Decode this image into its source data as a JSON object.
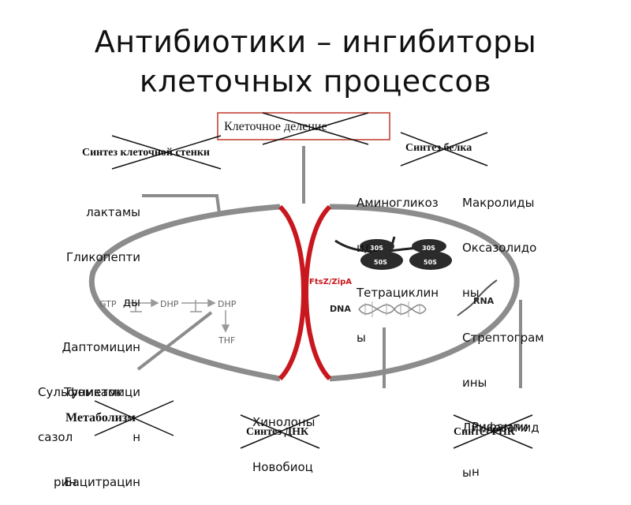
{
  "title": {
    "line1": "Антибиотики – ингибиторы",
    "line2": "клеточных процессов"
  },
  "categories": {
    "cell_division": "Клеточное деление",
    "cell_wall": "Синтез клеточной стенки",
    "protein": "Синтез белка",
    "metabolism": "Метаболизм",
    "dna": "Синтез ДНК",
    "rna": "Синтез РНК"
  },
  "drugs": {
    "cell_wall": [
      "лактамы",
      "Гликопепти",
      "ды",
      "Даптомицин",
      "Туникамици",
      "н",
      "Бацитрацин"
    ],
    "protein_30s": [
      "Аминогликоз",
      "иды",
      "Тетрациклин",
      "ы"
    ],
    "protein_50s": [
      "Макролиды",
      "Оксазолидо",
      "ны",
      "Стрептограм",
      "ины",
      "Линкозамид",
      "ы"
    ],
    "metabolism": [
      "Сульфометок",
      "сазол",
      "рин"
    ],
    "dna": [
      "Хинолоны",
      "Новобиоц"
    ],
    "rna": [
      "Рифампи",
      "н"
    ]
  },
  "cell": {
    "ftsz": "FtsZ/ZipA",
    "dna": "DNA",
    "rna": "RNA",
    "ribosome_small": "30S",
    "ribosome_large": "50S",
    "pathway": [
      "GTP",
      "DHP",
      "DHP",
      "THF"
    ]
  },
  "colors": {
    "cell_wall": "#8c8c8c",
    "division_ring": "#c8171e",
    "box_border": "#c0392b",
    "ribosome": "#2b2b2b"
  }
}
